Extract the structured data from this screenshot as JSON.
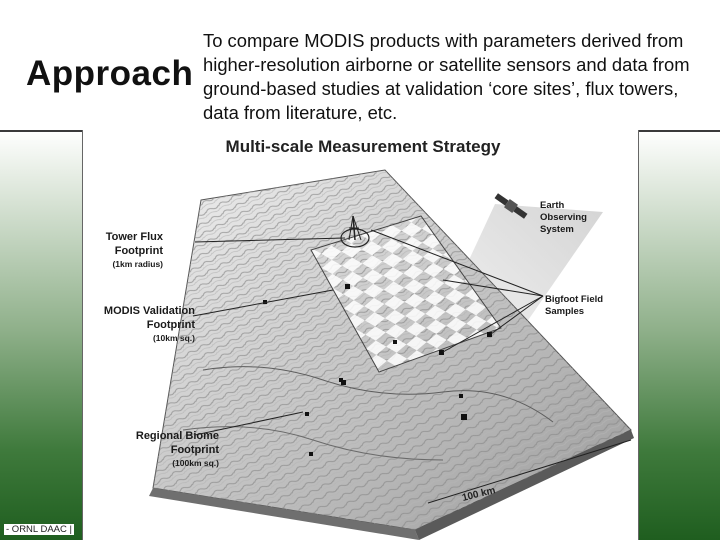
{
  "slide": {
    "title": "Approach",
    "intro": "To compare MODIS products with parameters derived from higher-resolution airborne or satellite sensors and data from ground-based studies at validation ‘core sites’, flux towers, data from literature, etc.",
    "footer": "- ORNL DAAC |"
  },
  "diagram": {
    "title": "Multi-scale Measurement Strategy",
    "labels": {
      "tower_line1": "Tower Flux",
      "tower_line2": "Footprint",
      "tower_sub": "(1km radius)",
      "modis_line1": "MODIS Validation",
      "modis_line2": "Footprint",
      "modis_sub": "(10km sq.)",
      "regional_line1": "Regional Biome",
      "regional_line2": "Footprint",
      "regional_sub": "(100km sq.)",
      "earth_line1": "Earth",
      "earth_line2": "Observing",
      "earth_line3": "System",
      "bigfoot_line1": "Bigfoot Field",
      "bigfoot_line2": "Samples",
      "scale": "100 km"
    },
    "colors": {
      "terrain_light": "#e6e6e6",
      "terrain_dark": "#7a7a7a",
      "label": "#1a1a1a"
    }
  }
}
